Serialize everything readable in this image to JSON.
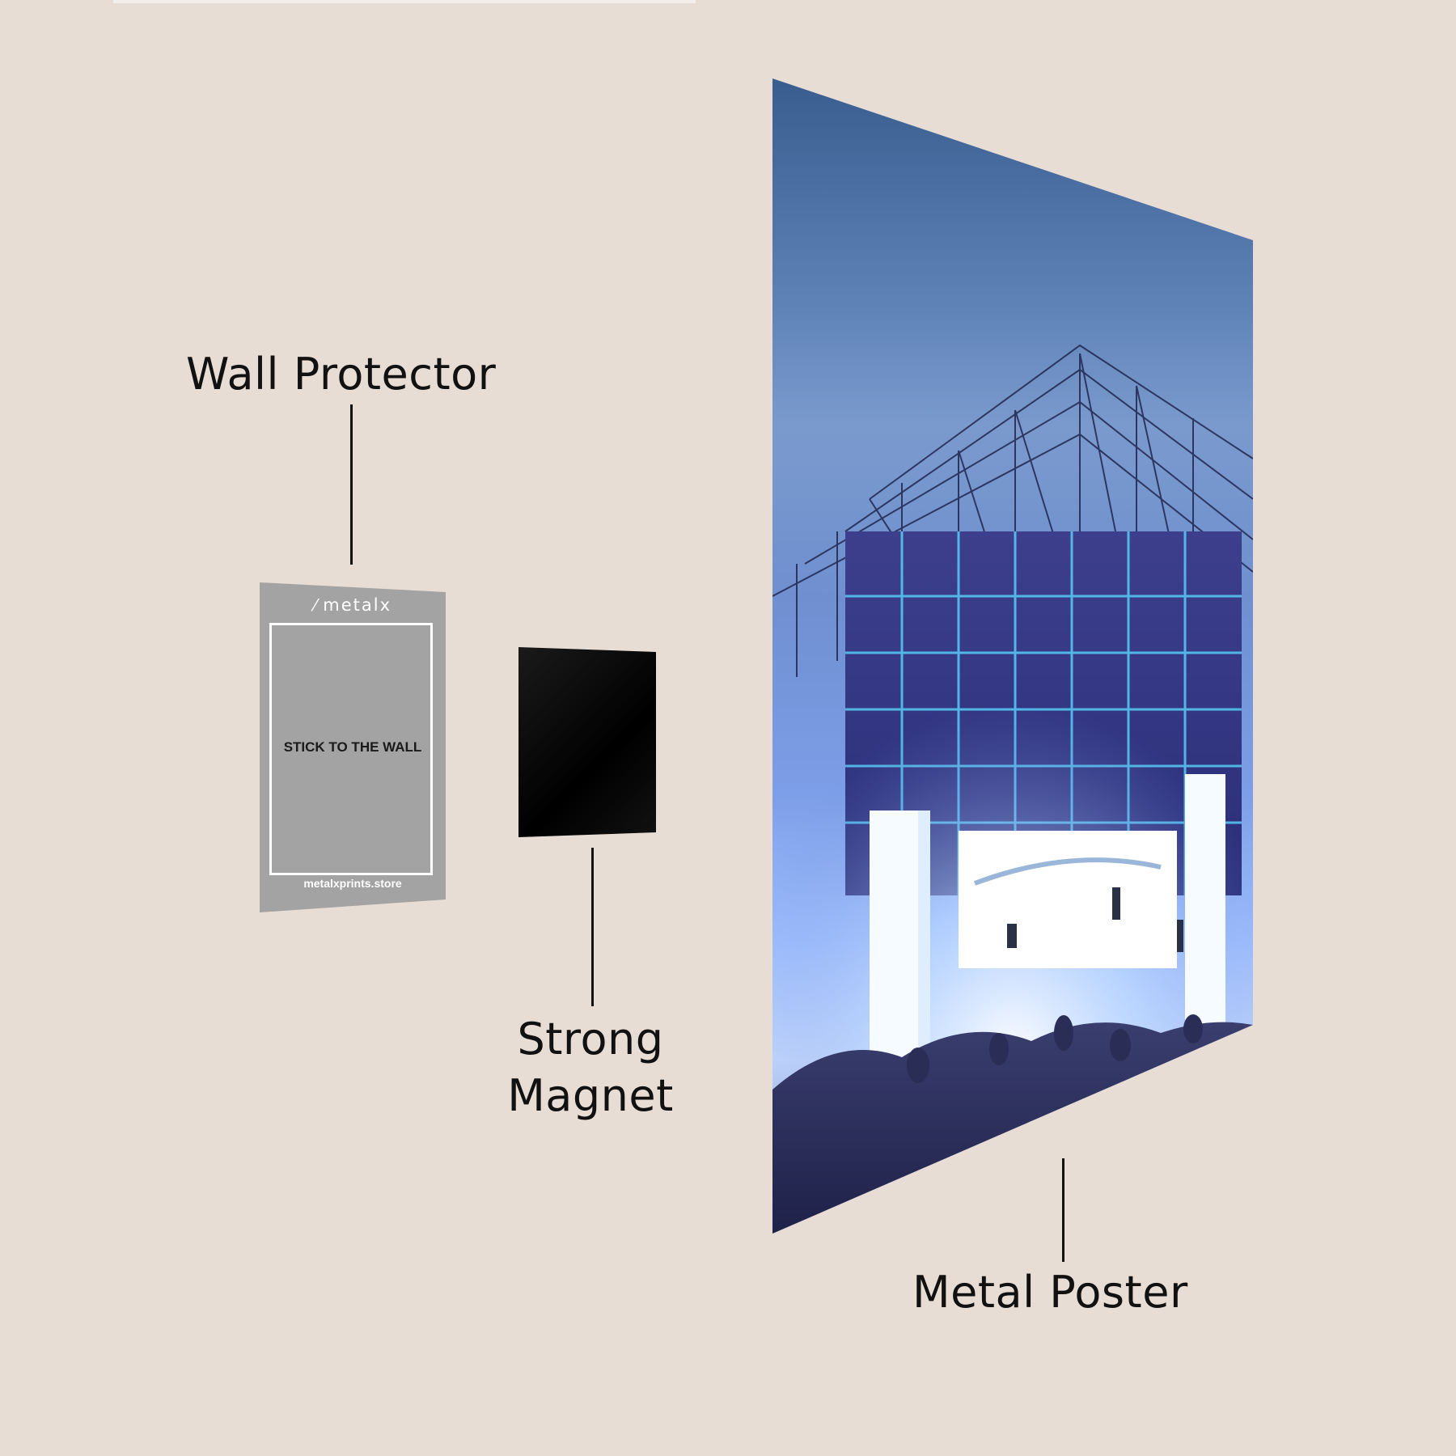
{
  "labels": {
    "wall_protector": "Wall Protector",
    "strong_magnet_line1": "Strong",
    "strong_magnet_line2": "Magnet",
    "metal_poster": "Metal Poster"
  },
  "wall_protector_card": {
    "brand": "metalx",
    "instruction": "STICK TO THE WALL",
    "url": "metalxprints.store"
  },
  "colors": {
    "background": "#e8ddd5",
    "protector": "#a3a3a3",
    "magnet": "#000000",
    "text": "#111111"
  }
}
